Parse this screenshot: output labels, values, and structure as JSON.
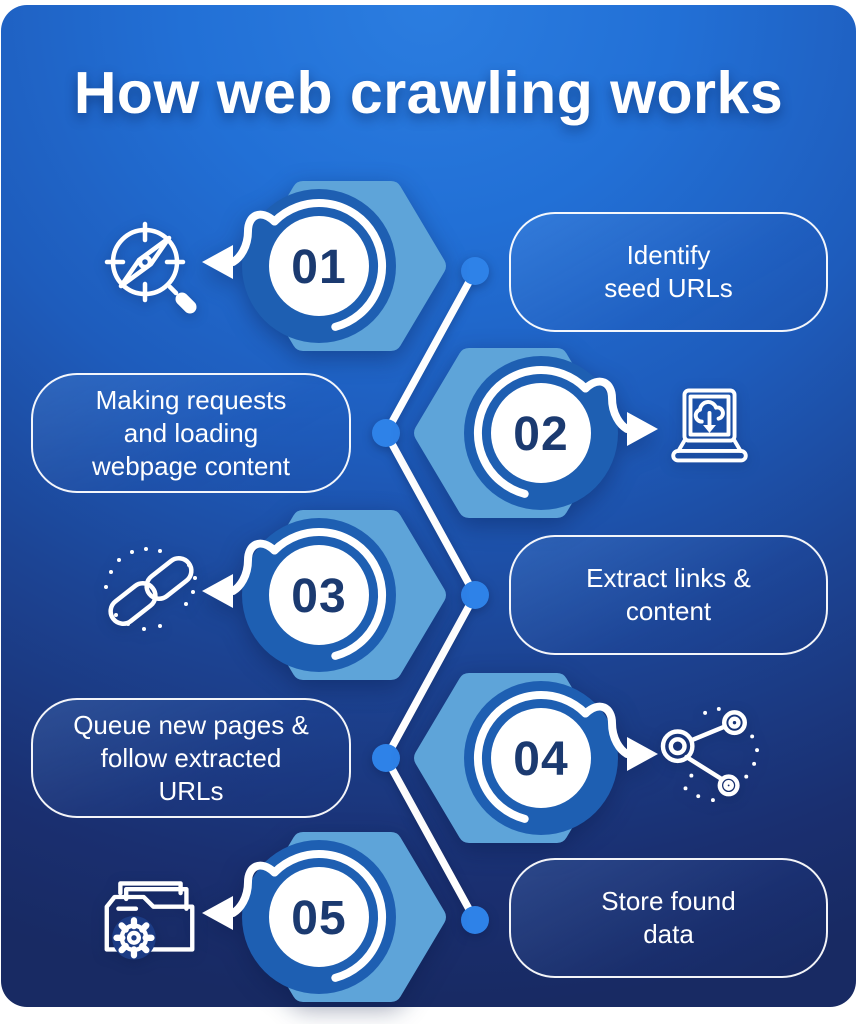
{
  "title": "How web crawling works",
  "colors": {
    "background_top": "#2B7DE0",
    "background_bottom": "#182A63",
    "hexagon": "#5EA4D9",
    "circle_ring": "#1E5FB2",
    "number_text": "#1B3A70",
    "connector_dot": "#2E82E8",
    "text": "#FFFFFF"
  },
  "steps": [
    {
      "number": "01",
      "icon": "compass-magnifier-icon",
      "label_side": "right",
      "label": "Identify seed URLs",
      "label_lines": [
        "Identify",
        "seed URLs"
      ]
    },
    {
      "number": "02",
      "icon": "laptop-cloud-download-icon",
      "label_side": "left",
      "label": "Making requests and loading webpage content",
      "label_lines": [
        "Making requests",
        "and loading",
        "webpage content"
      ]
    },
    {
      "number": "03",
      "icon": "chain-links-icon",
      "label_side": "right",
      "label": "Extract links & content",
      "label_lines": [
        "Extract links &",
        "content"
      ]
    },
    {
      "number": "04",
      "icon": "network-share-icon",
      "label_side": "left",
      "label": "Queue new pages & follow extracted URLs",
      "label_lines": [
        "Queue new pages &",
        "follow extracted",
        "URLs"
      ]
    },
    {
      "number": "05",
      "icon": "folder-gear-icon",
      "label_side": "right",
      "label": "Store found data",
      "label_lines": [
        "Store found",
        "data"
      ]
    }
  ]
}
